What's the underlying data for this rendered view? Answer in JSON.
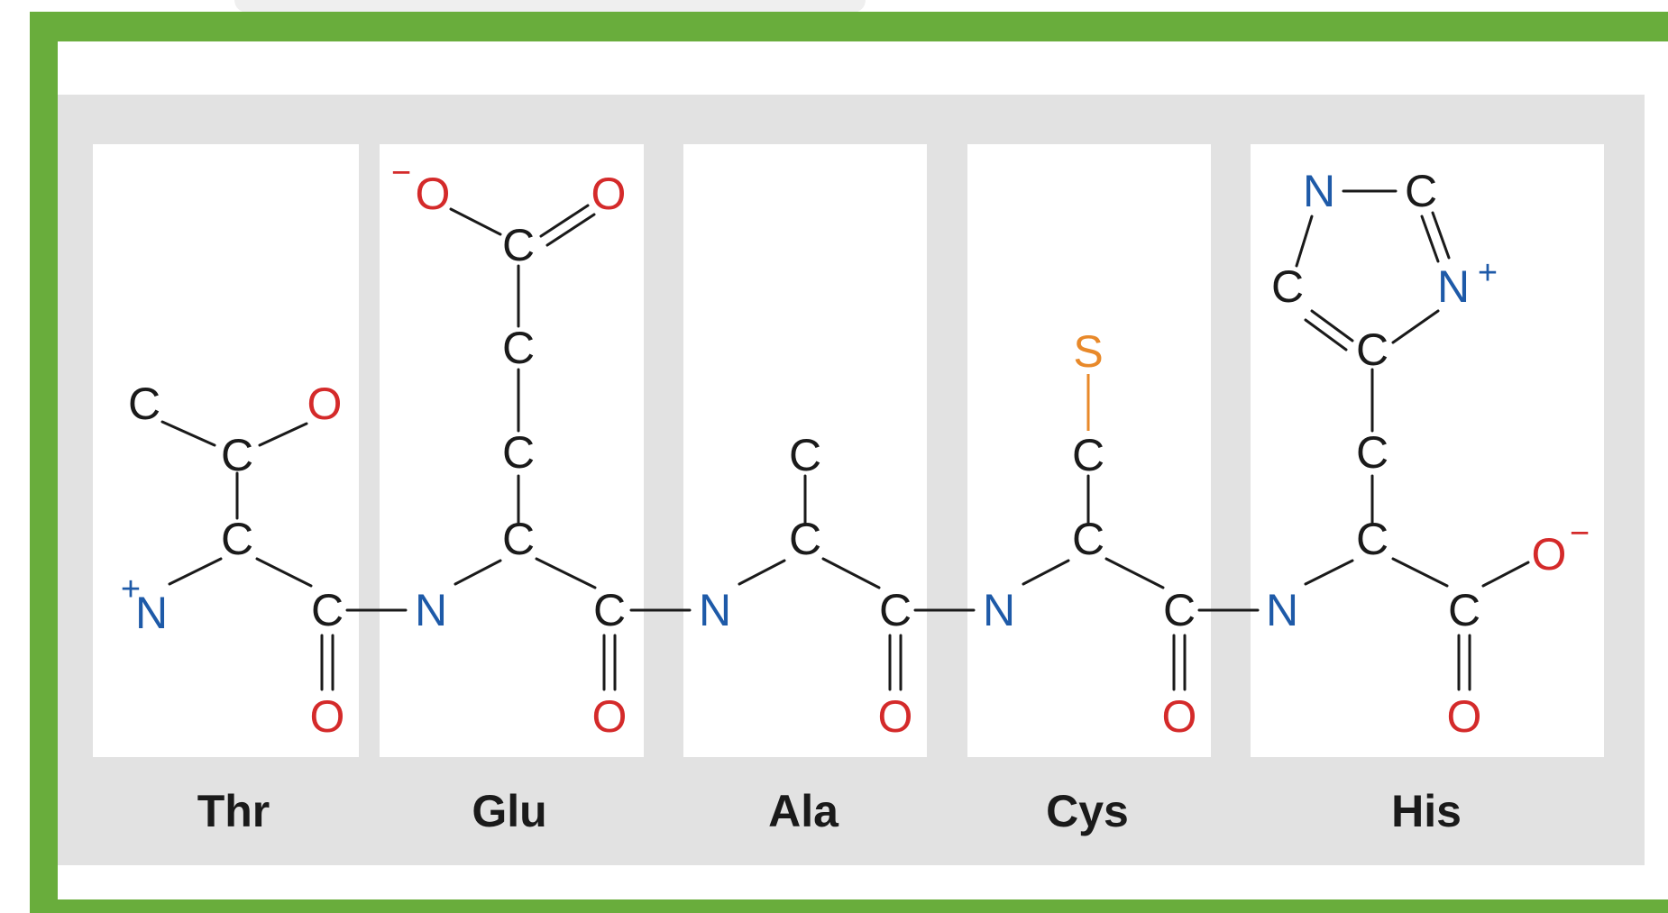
{
  "colors": {
    "frame_green": "#69ad3c",
    "panel_gray": "#e2e2e2",
    "carbon": "#1a1a1a",
    "nitrogen": "#1e5aa8",
    "oxygen": "#d42a2a",
    "sulfur": "#e8892a"
  },
  "atoms": {
    "carbon": "C",
    "nitrogen": "N",
    "oxygen": "O",
    "sulfur": "S",
    "plus": "+",
    "minus": "−"
  },
  "residues": [
    {
      "name": "Thr"
    },
    {
      "name": "Glu"
    },
    {
      "name": "Ala"
    },
    {
      "name": "Cys"
    },
    {
      "name": "His"
    }
  ]
}
